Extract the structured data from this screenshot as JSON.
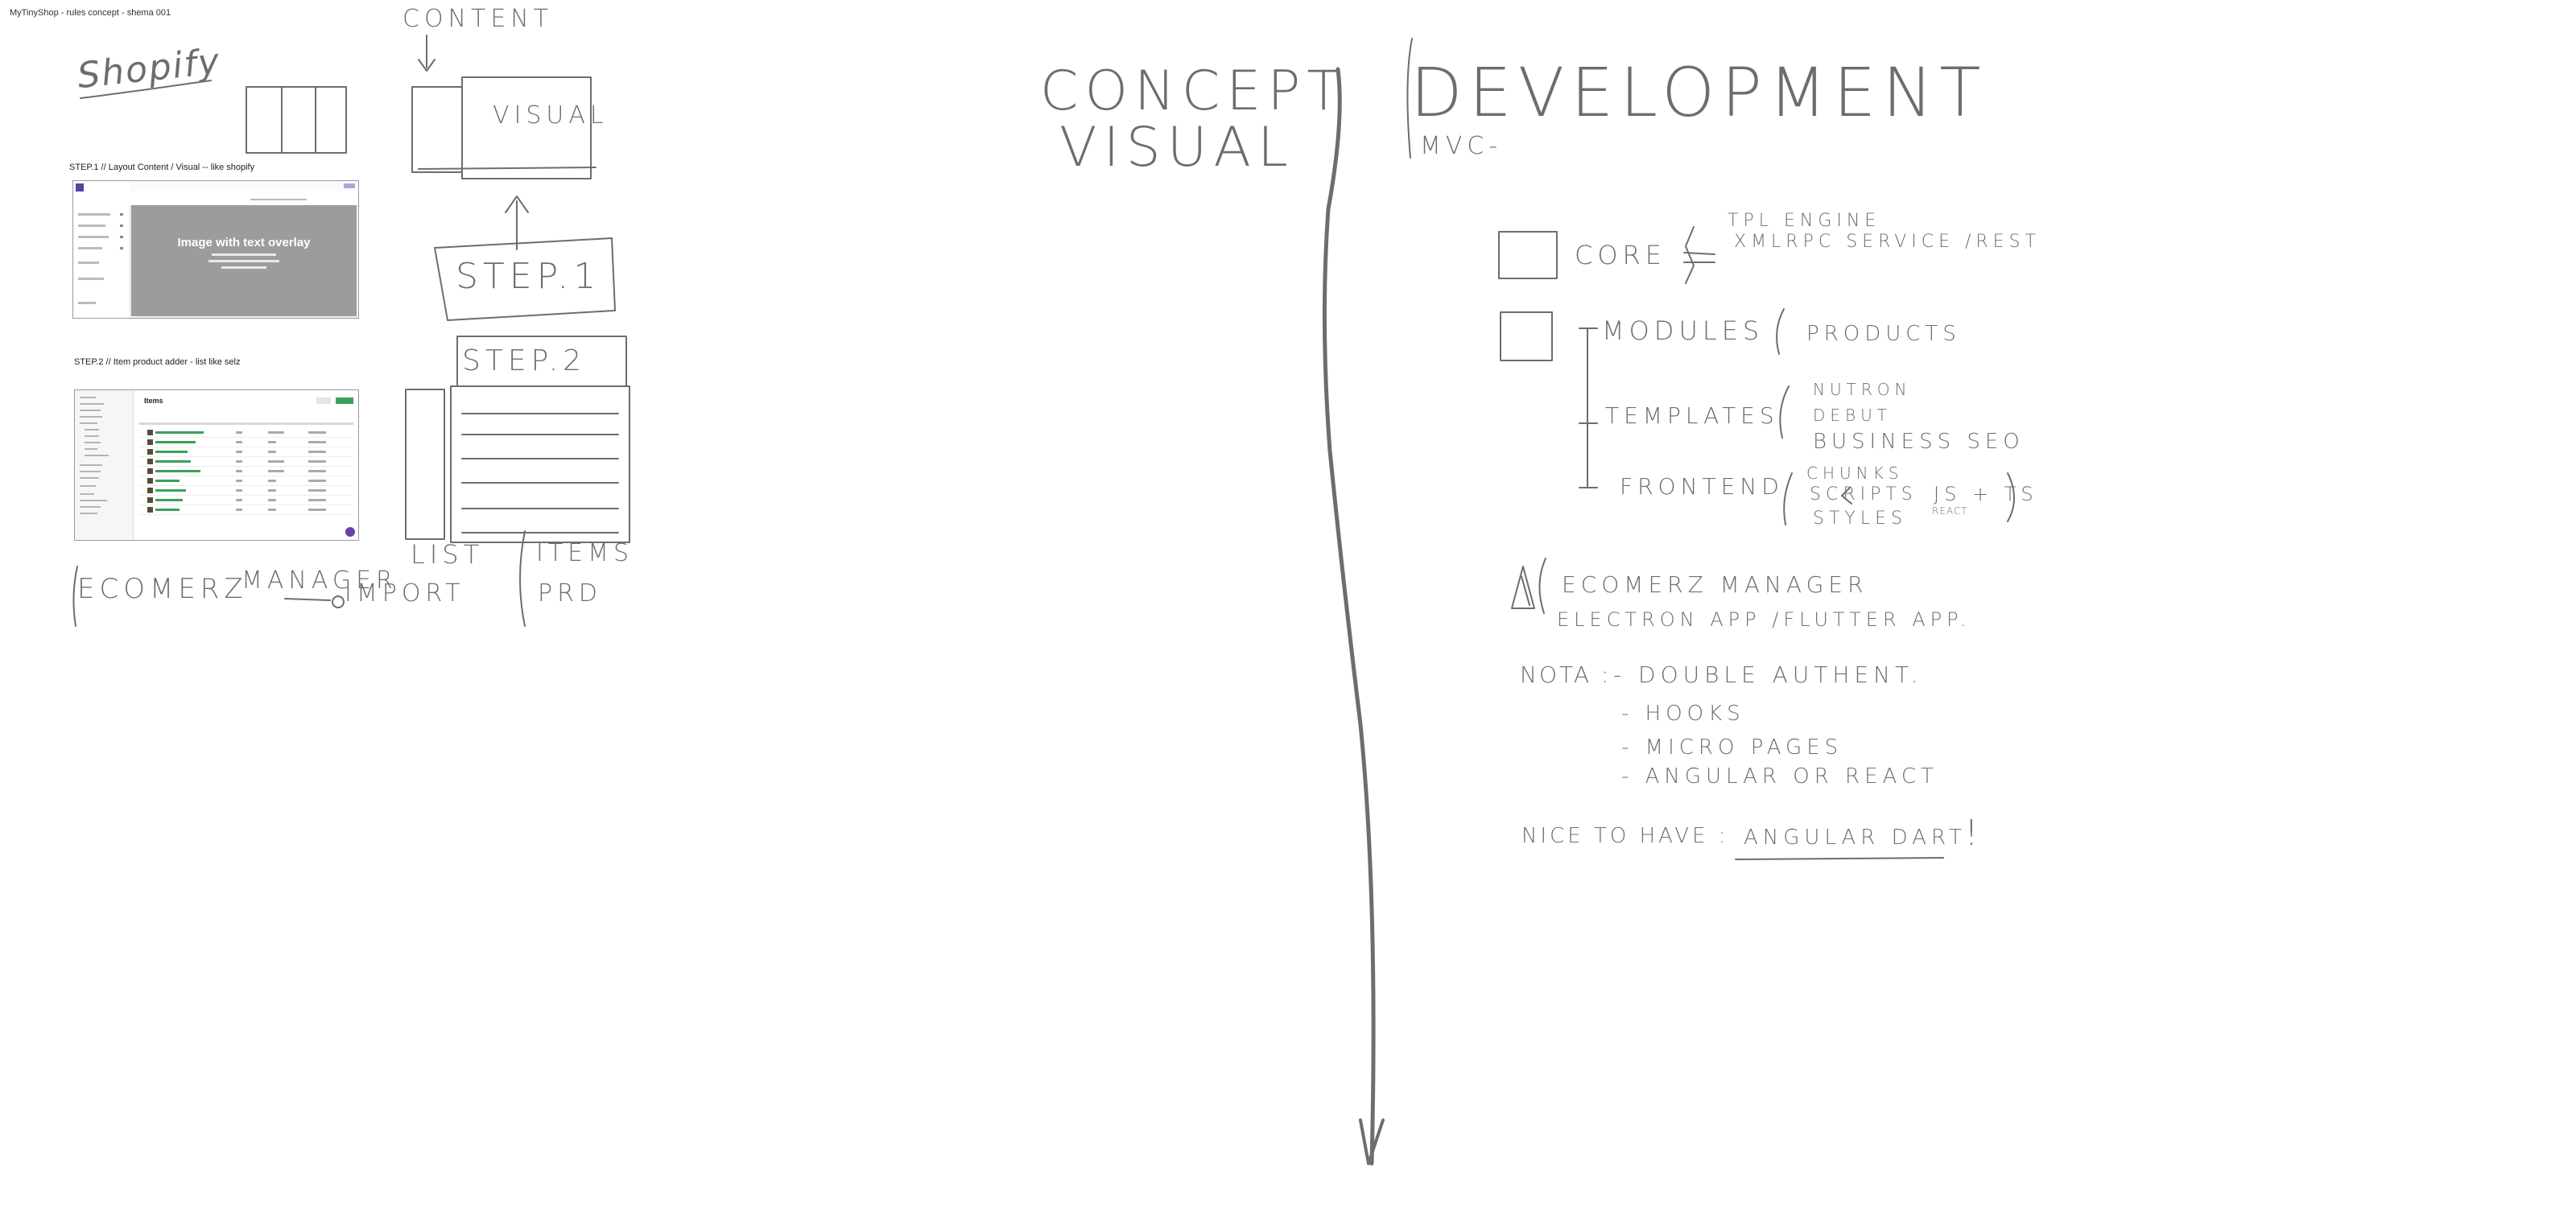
{
  "page_title": "MyTinyShop - rules concept - shema 001",
  "left": {
    "shopify_label": "Shopify",
    "content_label": "CONTENT",
    "visual_label": "VISUAL",
    "step1_caption": "STEP.1 // Layout Content / Visual -- like shopify",
    "step1_box": "STEP.1",
    "step1_shot_title": "Image with text overlay",
    "step2_caption": "STEP.2 // Item product adder - list like selz",
    "step2_box": "STEP.2",
    "step2_shot_title": "Items",
    "bottom_ecomerz": "ECOMERZ",
    "bottom_manager": "MANAGER",
    "bottom_import": "IMPORT",
    "bottom_list": "LIST",
    "bottom_items": "ITEMS",
    "bottom_prd": "PRD"
  },
  "center": {
    "concept": "CONCEPT",
    "visual": "VISUAL"
  },
  "right": {
    "development": "DEVELOPMENT",
    "mvc": "MVC-",
    "core": "CORE",
    "core_items": [
      "TPL ENGINE",
      "XMLRPC SERVICE /REST"
    ],
    "modules": "MODULES",
    "modules_item": "PRODUCTS",
    "templates": "TEMPLATES",
    "templates_items": [
      "NUTRON",
      "DEBUT",
      "BUSINESS SEO"
    ],
    "frontend": "FRONTEND",
    "frontend_items": [
      "CHUNKS",
      "SCRIPTS",
      "STYLES"
    ],
    "frontend_scripts_note": "JS + TS",
    "frontend_react": "REACT",
    "ecomerz_manager": "ECOMERZ MANAGER",
    "ecomerz_apps": "ELECTRON APP /FLUTTER APP.",
    "nota_label": "NOTA :",
    "nota_items": [
      "- DOUBLE AUTHENT.",
      "- HOOKS",
      "- MICRO PAGES",
      "- ANGULAR OR REACT"
    ],
    "nice_label": "NICE TO HAVE :",
    "nice_value": "ANGULAR DART",
    "nice_mark": "!"
  }
}
